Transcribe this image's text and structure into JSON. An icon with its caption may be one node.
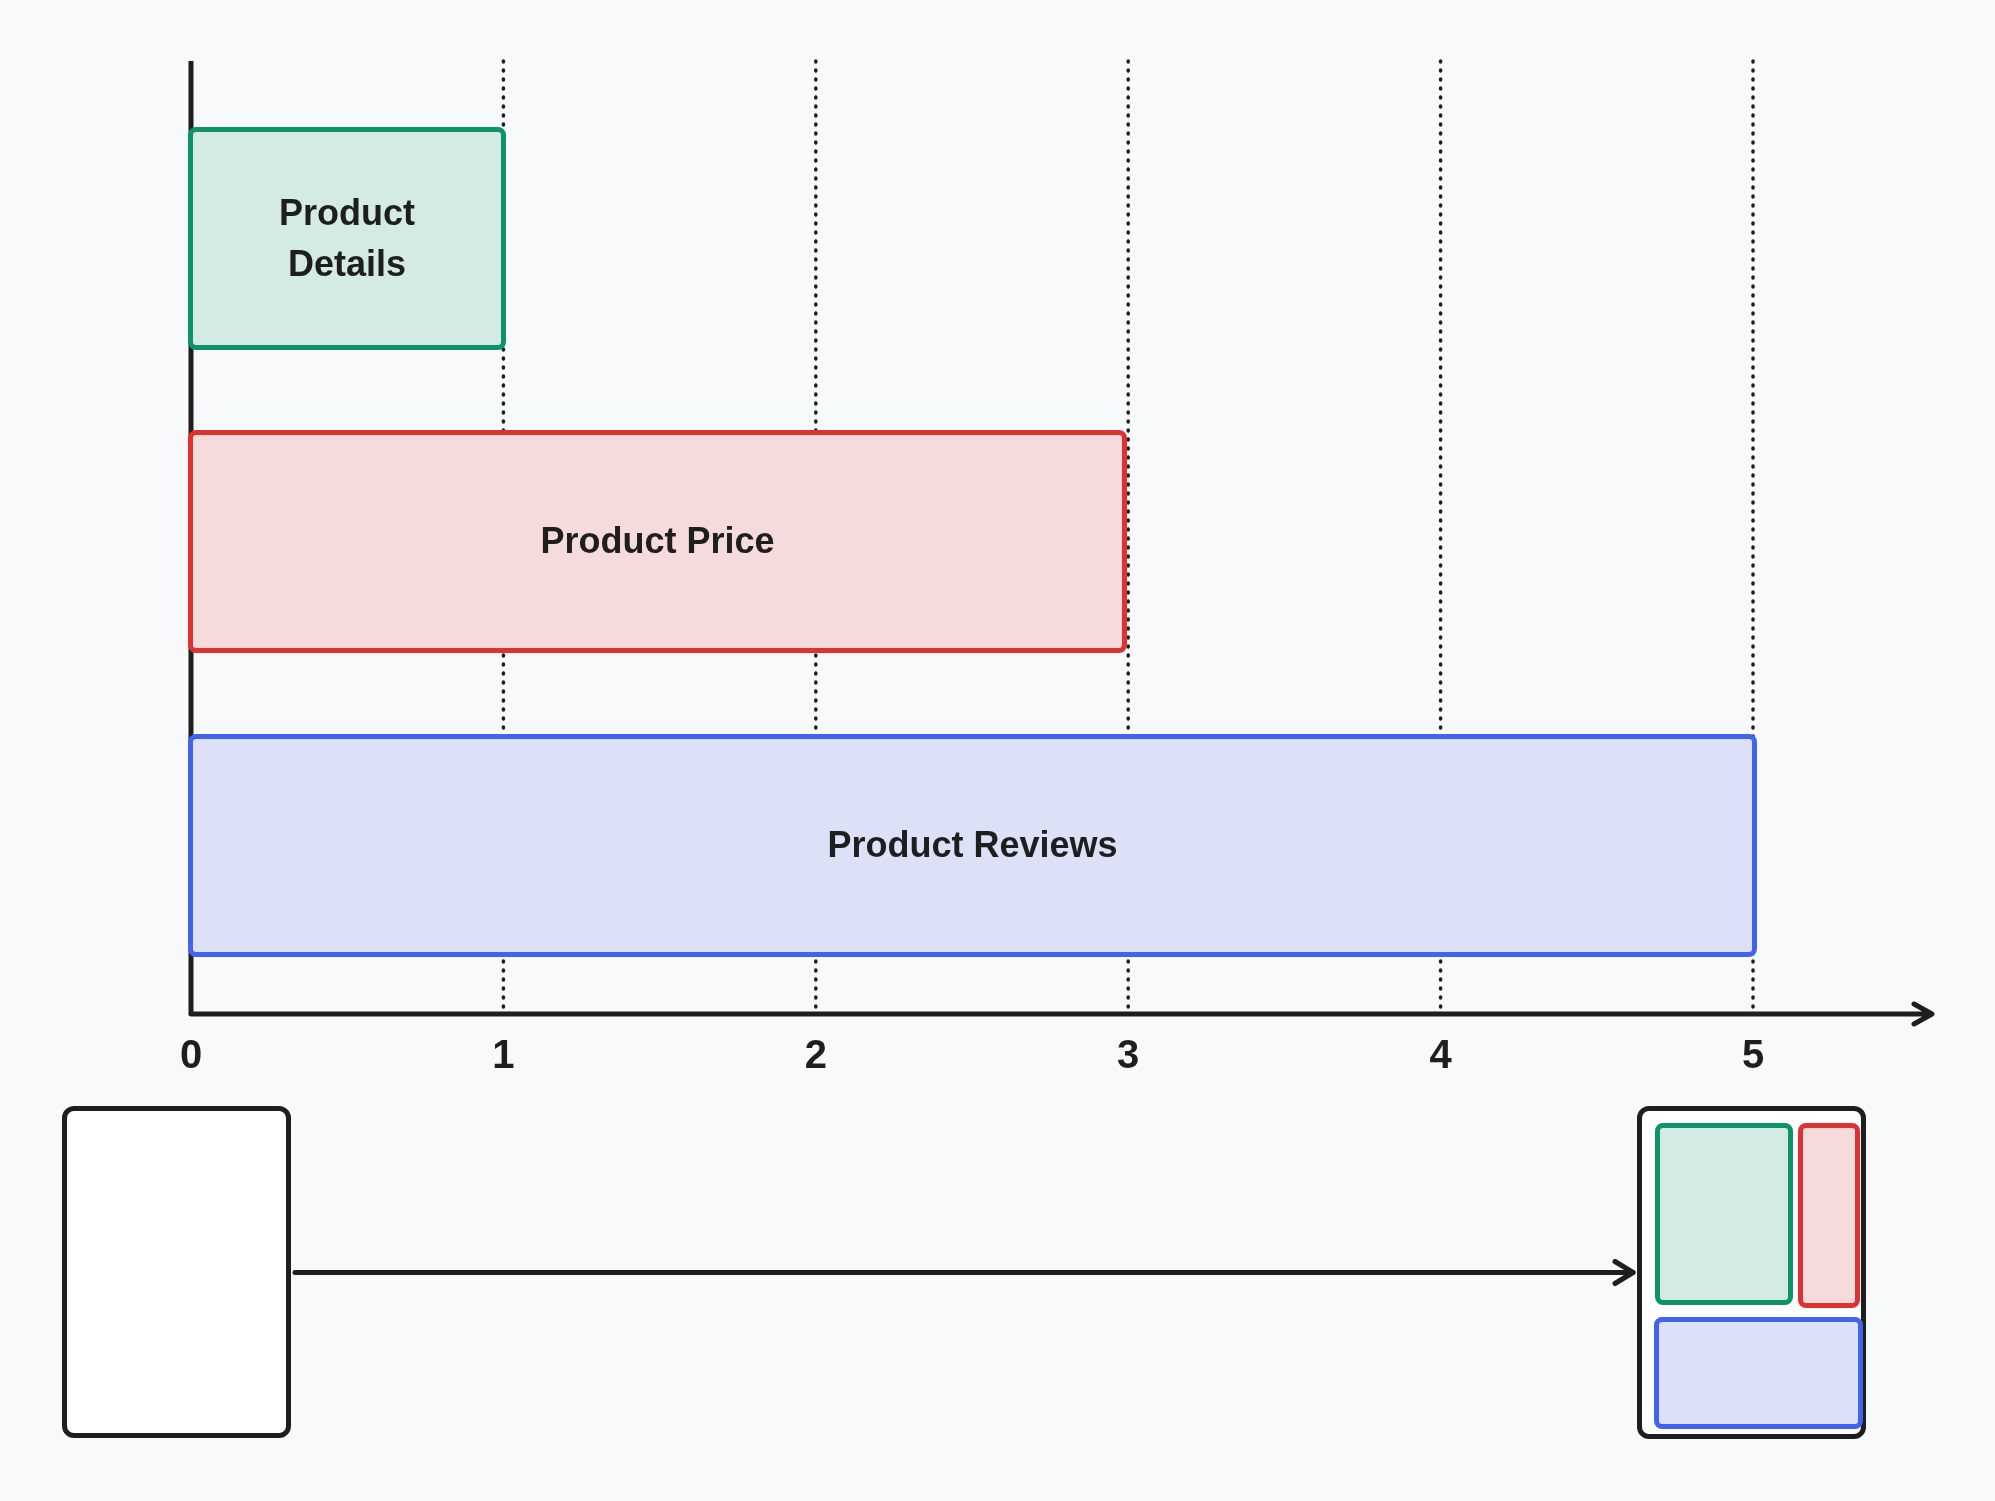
{
  "diagram": {
    "nodes": [
      {
        "text": [
          "Product Details"
        ]
      },
      {
        "text": [
          "Product Price"
        ]
      },
      {
        "text": [
          "Product Reviews"
        ]
      },
      {
        "text": [],
        "shape": "box"
      },
      {
        "text": [],
        "shape": "box"
      },
      {
        "text": [],
        "shape": "box",
        "in": 4
      },
      {
        "text": [],
        "shape": "box",
        "in": 4
      },
      {
        "text": [],
        "shape": "box",
        "in": 4
      }
    ],
    "edges": [
      {
        "from": 3,
        "to": 4,
        "arrow": "to"
      }
    ],
    "labels": [
      "0",
      "1",
      "2",
      "3",
      "4",
      "5"
    ]
  }
}
